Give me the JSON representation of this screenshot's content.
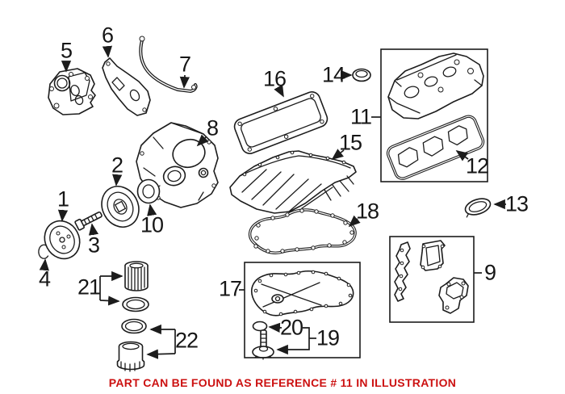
{
  "diagram": {
    "background": "#ffffff",
    "line_color": "#1c1c1c",
    "callouts": [
      {
        "label": "1"
      },
      {
        "label": "2"
      },
      {
        "label": "3"
      },
      {
        "label": "4"
      },
      {
        "label": "5"
      },
      {
        "label": "6"
      },
      {
        "label": "7"
      },
      {
        "label": "8"
      },
      {
        "label": "9"
      },
      {
        "label": "10"
      },
      {
        "label": "11"
      },
      {
        "label": "12"
      },
      {
        "label": "13"
      },
      {
        "label": "14"
      },
      {
        "label": "15"
      },
      {
        "label": "16"
      },
      {
        "label": "17"
      },
      {
        "label": "18"
      },
      {
        "label": "19"
      },
      {
        "label": "20"
      },
      {
        "label": "21"
      },
      {
        "label": "22"
      }
    ]
  },
  "caption": {
    "text": "PART CAN BE FOUND AS REFERENCE # 11 IN ILLUSTRATION",
    "color": "#cc1111"
  }
}
